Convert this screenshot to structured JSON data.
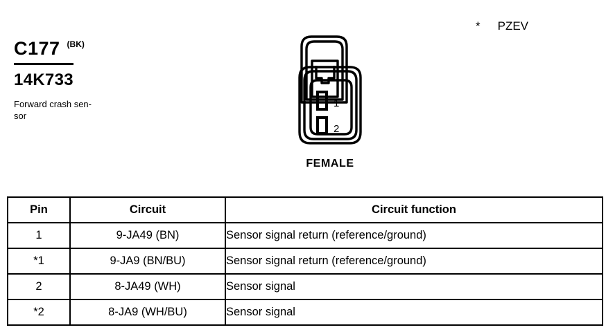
{
  "connector": {
    "id": "C177",
    "color_code": "(BK)",
    "part_number": "14K733",
    "description_line1": "Forward crash sen-",
    "description_line2": "sor",
    "gender_caption": "FEMALE",
    "pin_labels": [
      "1",
      "2"
    ],
    "cavity_count": 2
  },
  "note": {
    "asterisk": "*",
    "label": "PZEV"
  },
  "table": {
    "headers": {
      "pin": "Pin",
      "circuit": "Circuit",
      "function": "Circuit function"
    },
    "rows": [
      {
        "pin": "1",
        "circuit": "9-JA49 (BN)",
        "function": "Sensor signal return (reference/ground)"
      },
      {
        "pin": "*1",
        "circuit": "9-JA9 (BN/BU)",
        "function": "Sensor signal return (reference/ground)"
      },
      {
        "pin": "2",
        "circuit": "8-JA49 (WH)",
        "function": "Sensor signal"
      },
      {
        "pin": "*2",
        "circuit": "8-JA9 (WH/BU)",
        "function": "Sensor signal"
      }
    ]
  },
  "colors": {
    "ink": "#000000",
    "background": "#ffffff"
  }
}
